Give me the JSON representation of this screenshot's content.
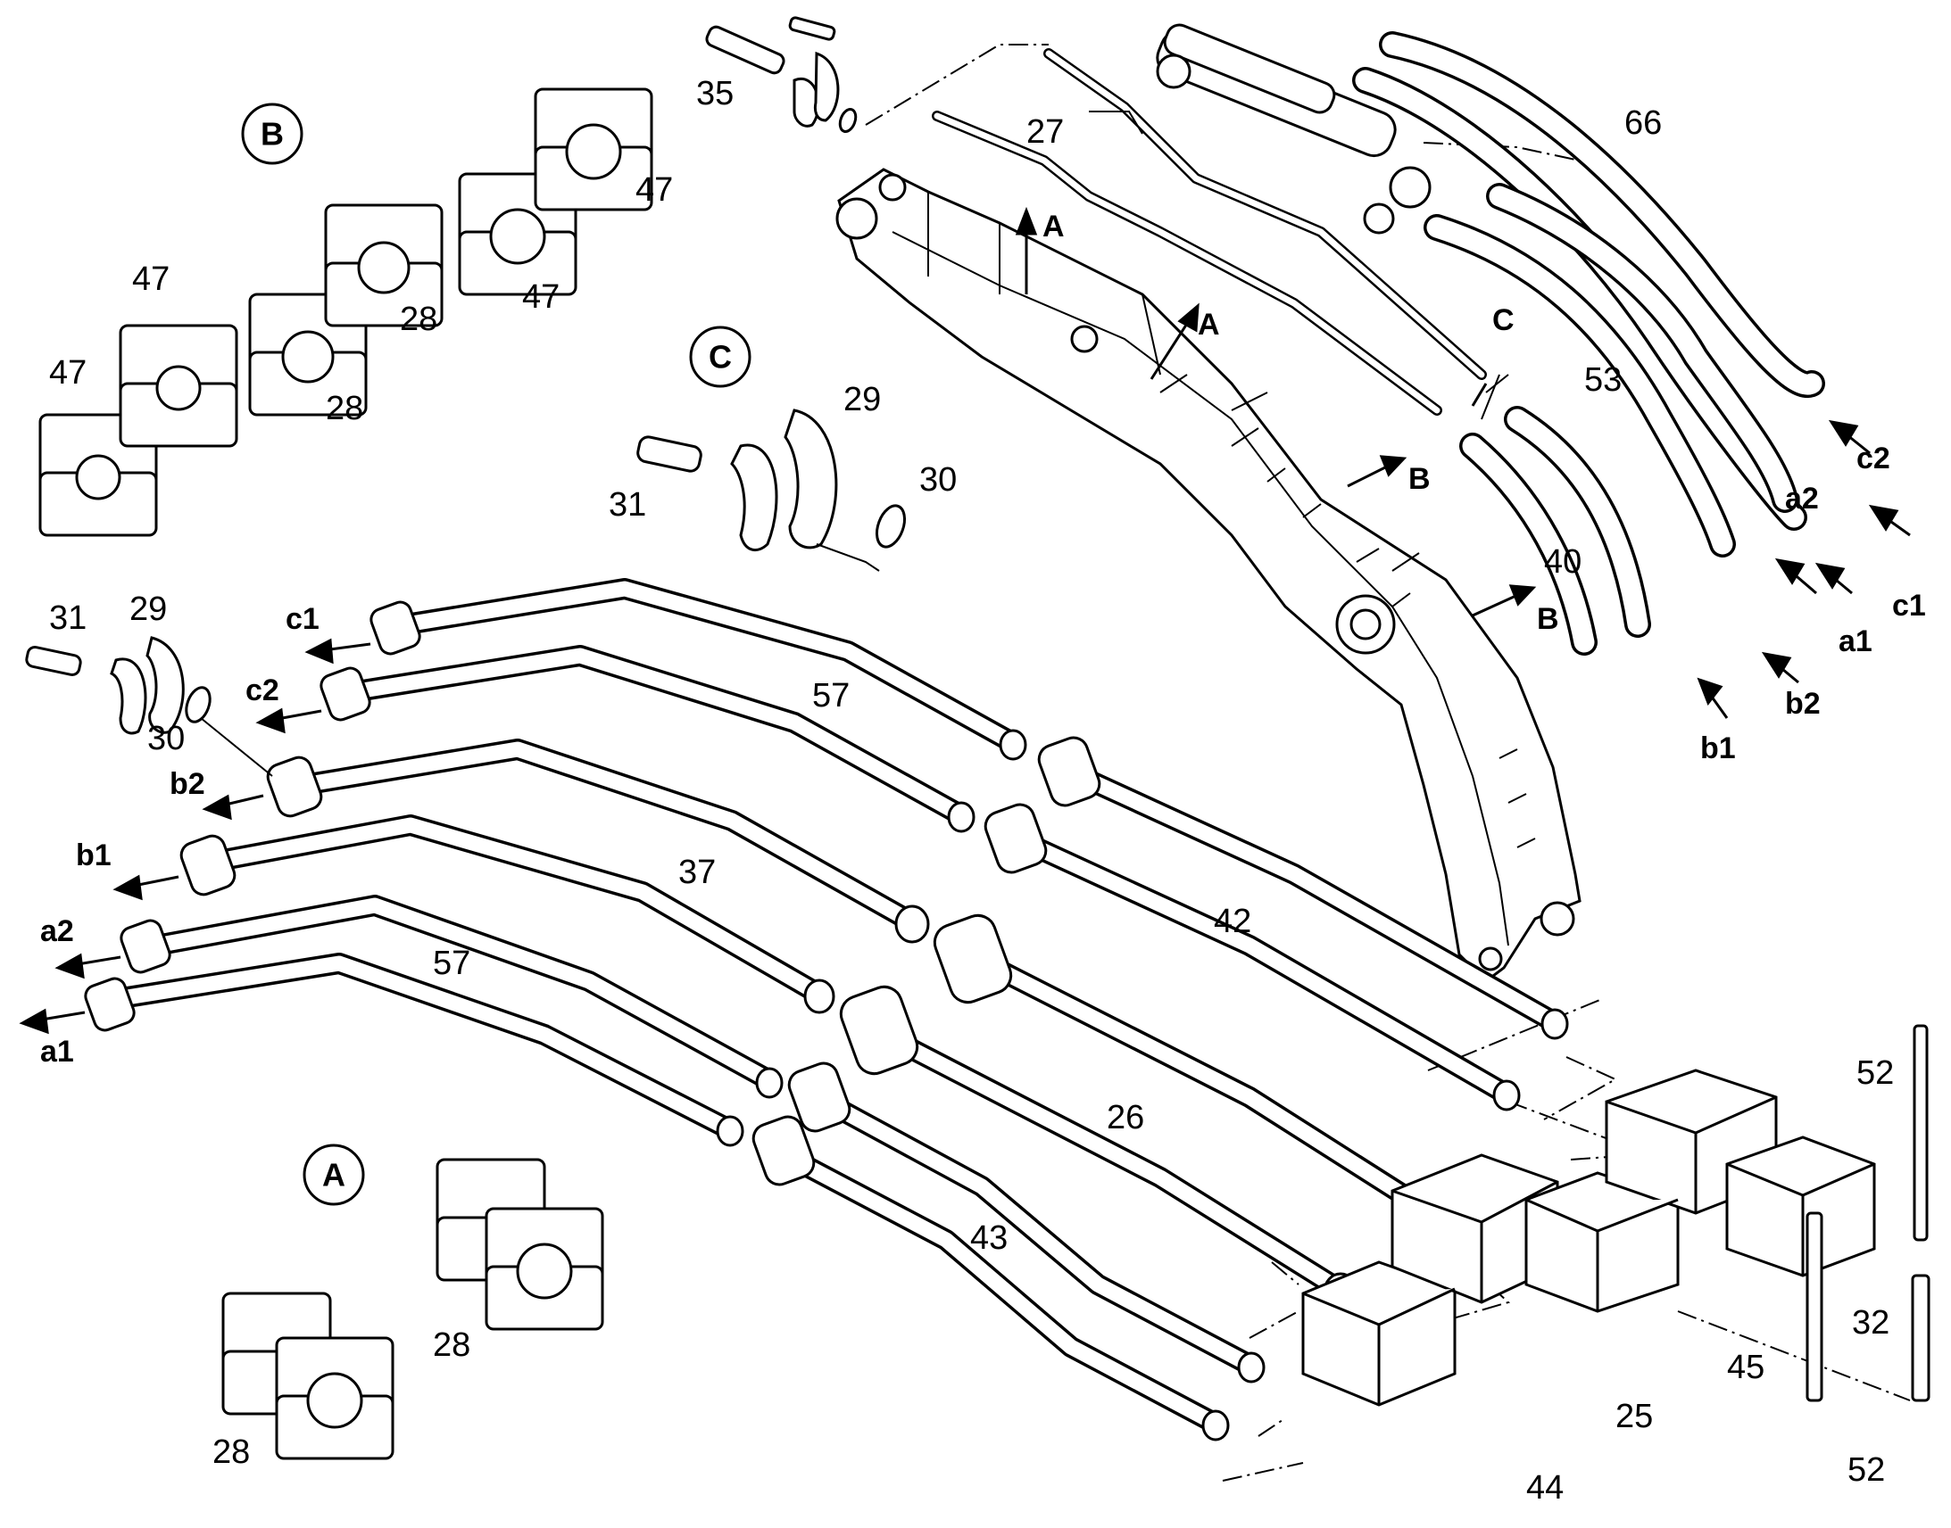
{
  "details": {
    "A": "A",
    "B": "B",
    "C": "C"
  },
  "part_numbers": {
    "p25": "25",
    "p26": "26",
    "p27": "27",
    "p28_a1": "28",
    "p28_a2": "28",
    "p28_b1": "28",
    "p28_b2": "28",
    "p29_c": "29",
    "p29_l": "29",
    "p30_c": "30",
    "p30_l": "30",
    "p31_c": "31",
    "p31_l": "31",
    "p32": "32",
    "p35": "35",
    "p37": "37",
    "p40": "40",
    "p42": "42",
    "p43": "43",
    "p44": "44",
    "p45": "45",
    "p47_1": "47",
    "p47_2": "47",
    "p47_3": "47",
    "p47_4": "47",
    "p52_top": "52",
    "p52_bot": "52",
    "p53": "53",
    "p57_top": "57",
    "p57_bot": "57",
    "p66": "66"
  },
  "ports_left": [
    "c1",
    "c2",
    "b2",
    "b1",
    "a2",
    "a1"
  ],
  "ports_right": [
    "c2",
    "a2",
    "c1",
    "a1",
    "b2",
    "b1"
  ],
  "section_marks": {
    "A1": "A",
    "A2": "A",
    "B1": "B",
    "B2": "B",
    "C": "C"
  }
}
